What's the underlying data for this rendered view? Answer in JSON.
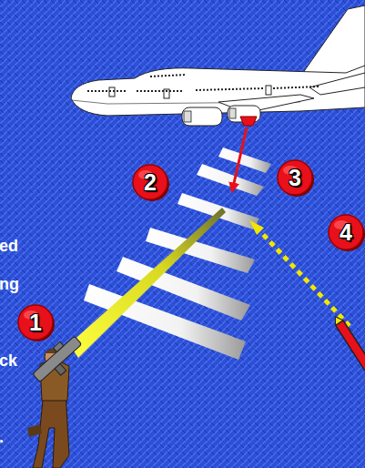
{
  "diagram": {
    "nodes": [
      {
        "text": [
          "1"
        ]
      },
      {
        "text": [
          "2"
        ]
      },
      {
        "text": [
          "3"
        ]
      },
      {
        "text": [
          "4"
        ]
      }
    ],
    "labels": [
      "ed",
      "ng",
      "ck",
      "."
    ]
  }
}
